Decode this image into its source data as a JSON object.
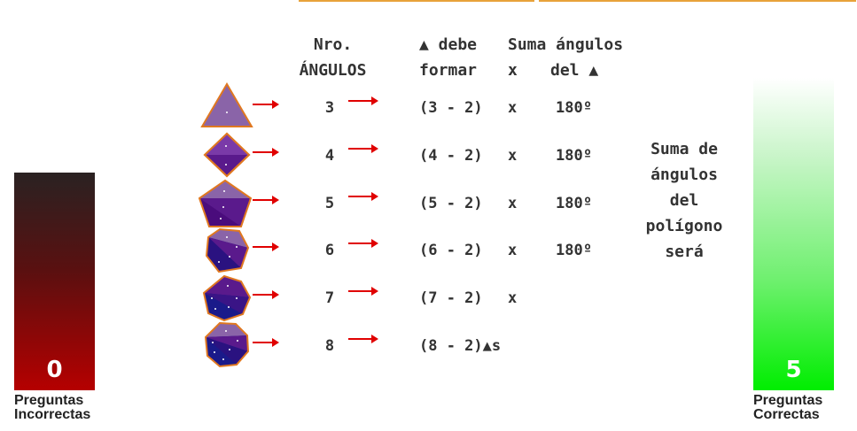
{
  "headers": {
    "count_line1": "Nro.",
    "count_line2": "ÁNGULOS",
    "tri_line1": "▲ debe",
    "tri_line2": "formar",
    "sum_line1": "Suma ángulos",
    "sum_times": "x",
    "sum_line2": "del ▲"
  },
  "rows": [
    {
      "angles": "3",
      "expr": "(3 - 2)",
      "times": "x",
      "degrees": "180º"
    },
    {
      "angles": "4",
      "expr": "(4 - 2)",
      "times": "x",
      "degrees": "180º"
    },
    {
      "angles": "5",
      "expr": "(5 - 2)",
      "times": "x",
      "degrees": "180º"
    },
    {
      "angles": "6",
      "expr": "(6 - 2)",
      "times": "x",
      "degrees": "180º"
    },
    {
      "angles": "7",
      "expr": "(7 - 2)",
      "times": "x",
      "degrees": ""
    },
    {
      "angles": "8",
      "expr": "(8 - 2)▲s",
      "times": "",
      "degrees": ""
    }
  ],
  "summary": [
    "Suma de",
    "ángulos",
    "del",
    "polígono",
    "será"
  ],
  "scores": {
    "incorrect": {
      "value": "0",
      "label_line1": "Preguntas",
      "label_line2": "Incorrectas"
    },
    "correct": {
      "value": "5",
      "label_line1": "Preguntas",
      "label_line2": "Correctas"
    }
  },
  "colors": {
    "polygon_fill_light": "#8a64a8",
    "polygon_fill_purple": "#5a1a8c",
    "polygon_fill_blue": "#1a1a8a",
    "polygon_stroke": "#e07820",
    "arrow": "#e00000",
    "correct_bar": "#00ee00",
    "incorrect_bar": "#b50000"
  },
  "icons": {
    "shapes": [
      "triangle",
      "square",
      "pentagon",
      "hexagon",
      "heptagon",
      "octagon"
    ],
    "arrow": "red-right-arrow"
  }
}
